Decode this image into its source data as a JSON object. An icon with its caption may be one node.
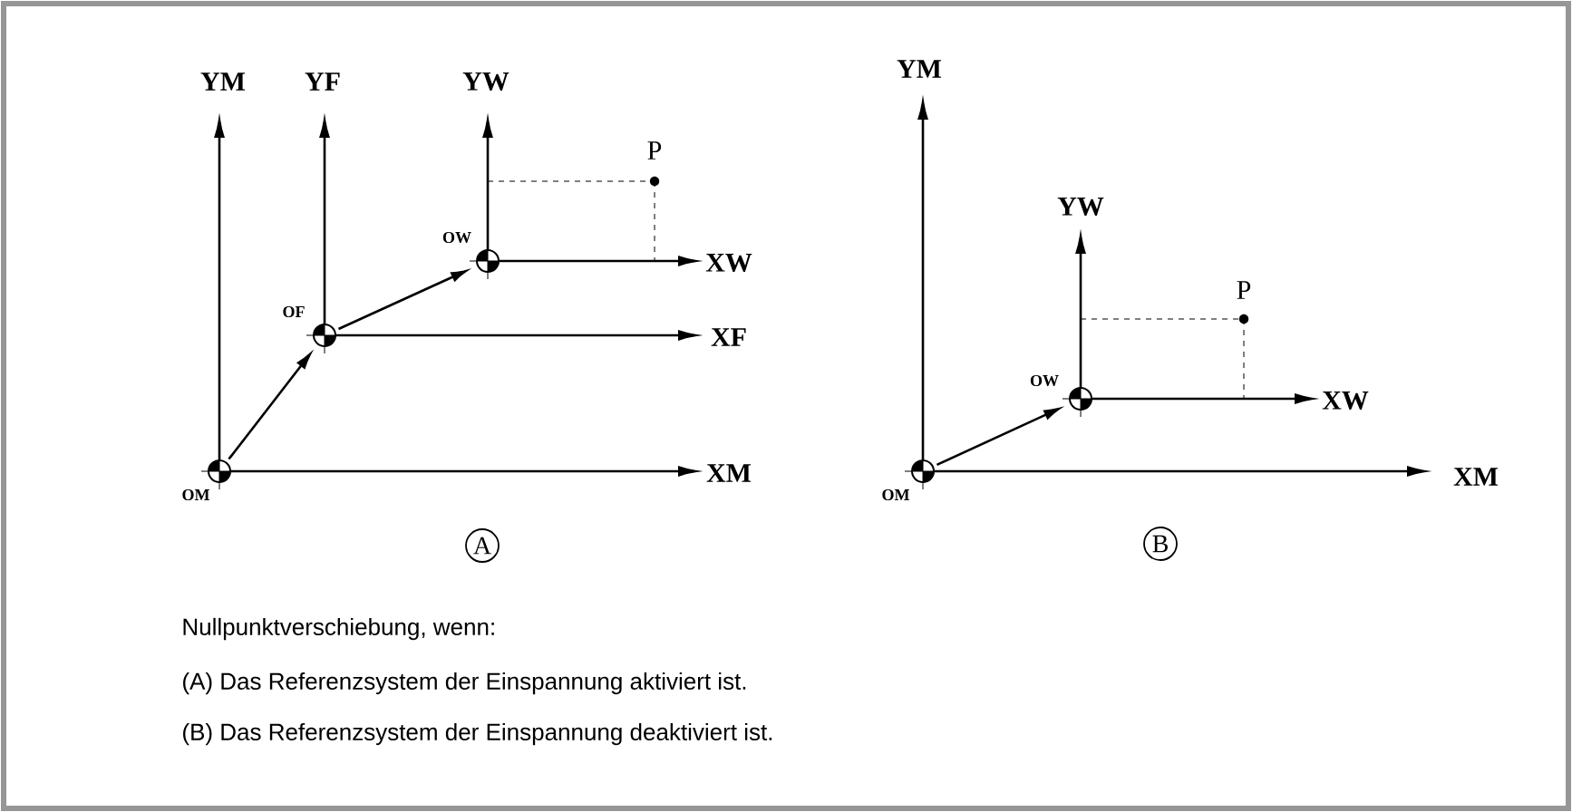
{
  "diagram": {
    "nodes": [
      {
        "text": [],
        "shape": "circle",
        "beside": [
          "OM"
        ]
      },
      {
        "text": [],
        "shape": "circle",
        "beside": [
          "OF"
        ]
      },
      {
        "text": [],
        "shape": "circle",
        "beside": [
          "OW"
        ]
      },
      {
        "text": [],
        "shape": "circle",
        "beside": [
          "OM"
        ]
      },
      {
        "text": [],
        "shape": "circle",
        "beside": [
          "OW"
        ]
      }
    ],
    "edges": [
      {
        "from": 0,
        "to": 1,
        "arrow": "to"
      },
      {
        "from": 1,
        "to": 2,
        "arrow": "to"
      },
      {
        "from": 3,
        "to": 4,
        "arrow": "to"
      }
    ],
    "labels": [
      "YM",
      "YF",
      "YW",
      "P",
      "XW",
      "XF",
      "XM",
      "A",
      "YM",
      "YW",
      "P",
      "XW",
      "XM",
      "B",
      "Nullpunktverschiebung, wenn:",
      "(A) Das Referenzsystem der Einspannung aktiviert ist.",
      "(B) Das Referenzsystem der Einspannung deaktiviert ist."
    ]
  }
}
